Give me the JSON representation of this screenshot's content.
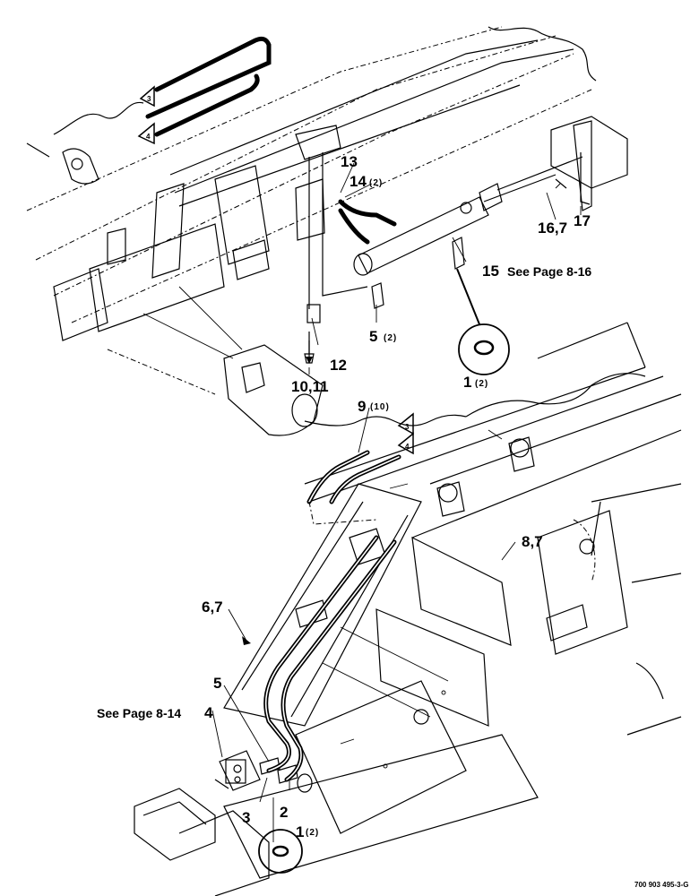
{
  "callouts": {
    "c13": "13",
    "c14": "14",
    "c14_qty": "(2)",
    "c16_7": "16,7",
    "c17": "17",
    "c15": "15",
    "c15_ref": "See Page 8-16",
    "c5_top": "5",
    "c5_top_qty": "(2)",
    "c12": "12",
    "c10_11": "10,11",
    "c1_top": "1",
    "c1_top_qty": "(2)",
    "c9": "9",
    "c9_qty": "(10)",
    "c8_7": "8,7",
    "c6_7": "6,7",
    "c5_bottom": "5",
    "c4_ref": "See Page 8-14",
    "c4": "4",
    "c2": "2",
    "c3": "3",
    "c1_bottom": "1",
    "c1_bottom_qty": "(2)"
  },
  "hose_tags": {
    "top_3": "3",
    "top_4": "4",
    "mid_3": "3",
    "mid_4": "4"
  },
  "drawing_number": "700 903 495-3-G"
}
